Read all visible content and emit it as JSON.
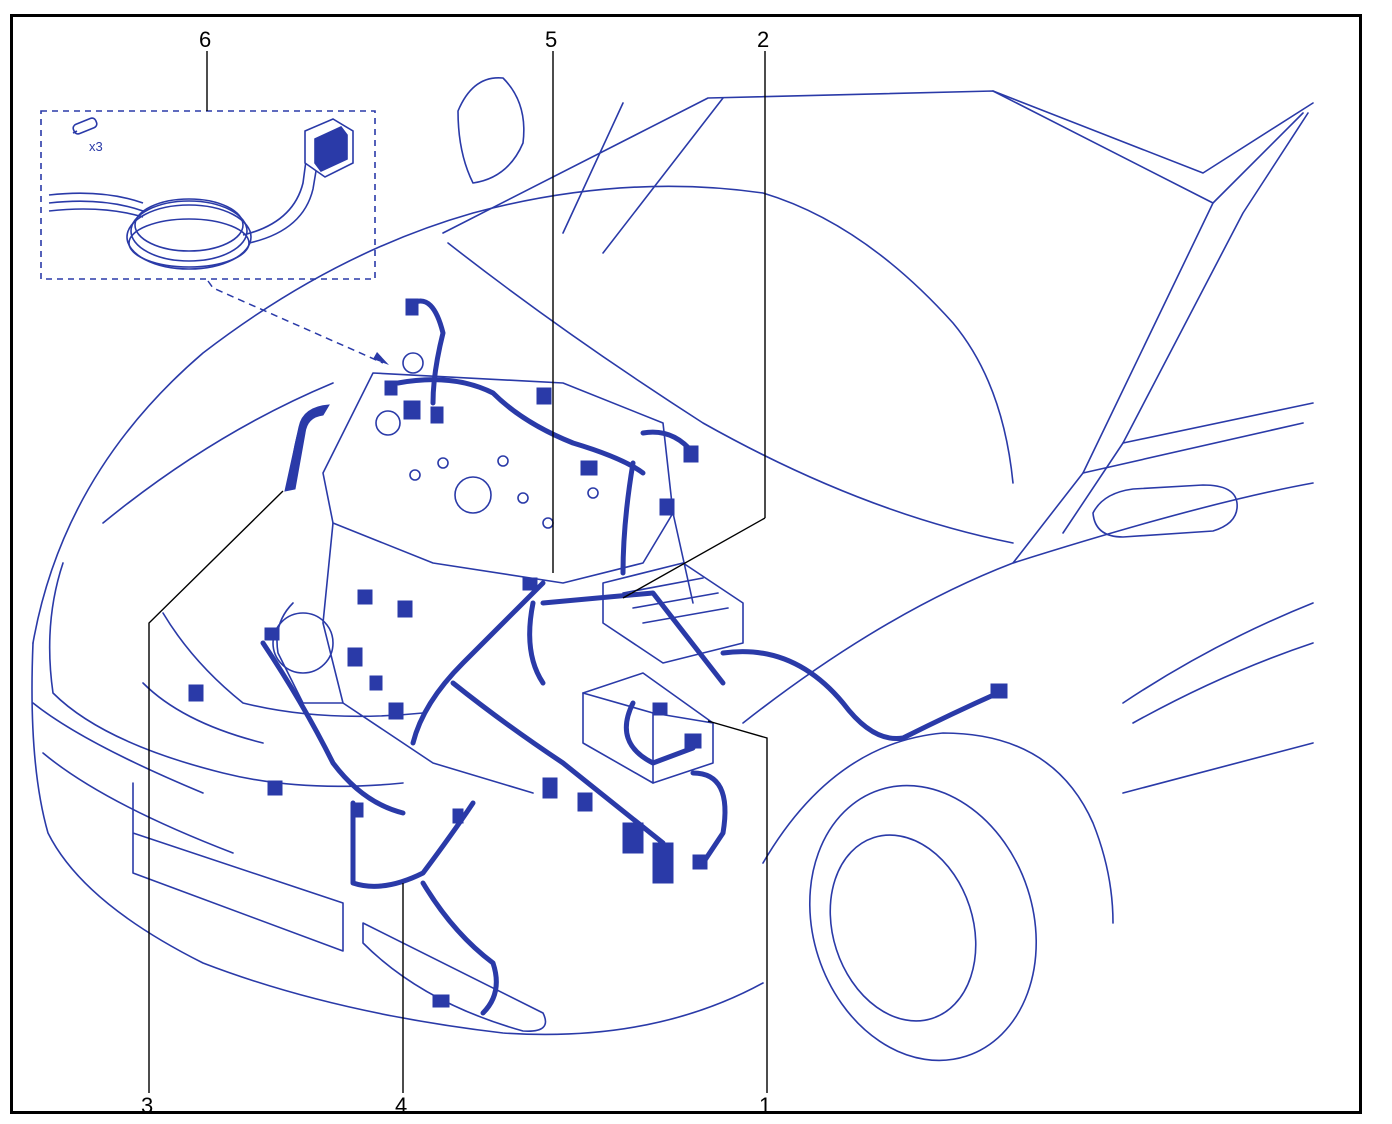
{
  "callouts": {
    "c1": "1",
    "c2": "2",
    "c3": "3",
    "c4": "4",
    "c5": "5",
    "c6": "6"
  },
  "kit": {
    "fuse_qty": "x3"
  },
  "colors": {
    "line": "#2a3aa8",
    "callout": "#000000",
    "frame": "#000000"
  }
}
